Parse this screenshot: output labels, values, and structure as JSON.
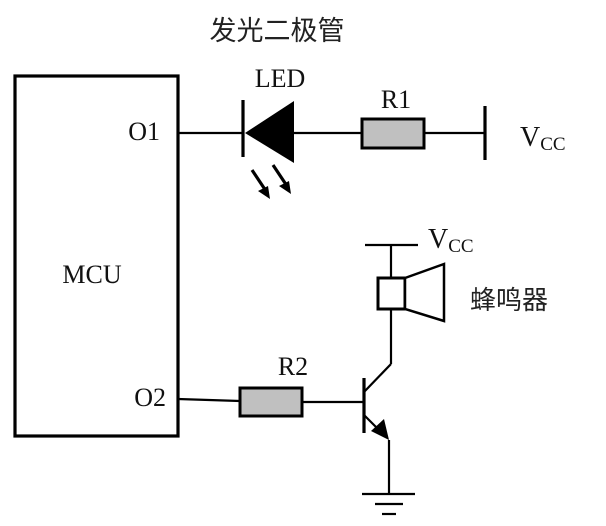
{
  "title": "发光二极管",
  "mcu": {
    "label": "MCU",
    "pins": [
      {
        "name": "O1"
      },
      {
        "name": "O2"
      }
    ]
  },
  "led": {
    "label": "LED"
  },
  "resistors": [
    {
      "label": "R1",
      "fill": "#c0c0c0"
    },
    {
      "label": "R2",
      "fill": "#c0c0c0"
    }
  ],
  "supply": {
    "vcc_main": "V",
    "vcc_sub": "CC"
  },
  "buzzer": {
    "label": "蜂鸣器"
  },
  "colors": {
    "wire": "#000000",
    "resistor_fill": "#c0c0c0",
    "background": "#ffffff"
  }
}
